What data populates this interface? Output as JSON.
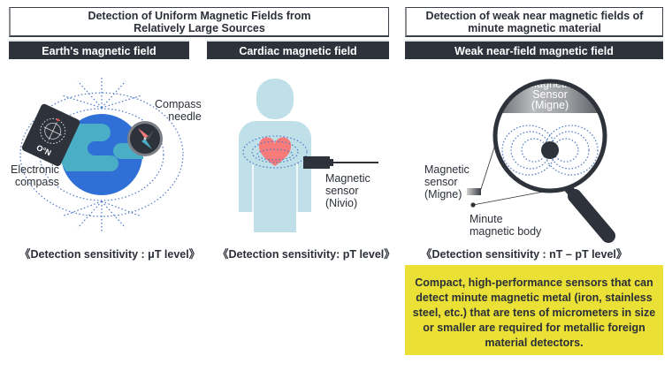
{
  "headers": {
    "left": "Detection of Uniform Magnetic Fields from Relatively Large Sources",
    "left_line1": "Detection of Uniform Magnetic Fields from",
    "left_line2": "Relatively Large Sources",
    "right_line1": "Detection of weak near magnetic fields of",
    "right_line2": "minute magnetic material"
  },
  "panels": [
    {
      "title": "Earth's magnetic field",
      "labels": {
        "compass_needle_1": "Compass",
        "compass_needle_2": "needle",
        "electronic_compass_1": "Electronic",
        "electronic_compass_2": "compass",
        "compass_marking": "O°N"
      },
      "sensitivity": "《Detection sensitivity : μT level》"
    },
    {
      "title": "Cardiac magnetic field",
      "labels": {
        "sensor_1": "Magnetic",
        "sensor_2": "sensor",
        "sensor_3": "(Nivio)"
      },
      "sensitivity": "《Detection sensitivity: pT level》"
    },
    {
      "title": "Weak near-field magnetic field",
      "labels": {
        "lens_sensor_1": "Magnetic",
        "lens_sensor_2": "Sensor",
        "lens_sensor_3": "(Migne)",
        "sensor_1": "Magnetic",
        "sensor_2": "sensor",
        "sensor_3": "(Migne)",
        "body_1": "Minute",
        "body_2": "magnetic body"
      },
      "sensitivity": "《Detection sensitivity : nT – pT level》"
    }
  ],
  "callout": "Compact, high-performance sensors that can detect minute magnetic metal (iron, stainless steel, etc.) that are tens of micrometers in size or smaller are required for metallic foreign material detectors.",
  "colors": {
    "dark": "#2e323b",
    "earth_blue": "#2f6fd6",
    "earth_teal": "#4aaec6",
    "body_light_blue": "#bfe0e8",
    "heart": "#f77b7b",
    "field_line": "#4d78c4",
    "callout_yellow": "#ebe035"
  }
}
